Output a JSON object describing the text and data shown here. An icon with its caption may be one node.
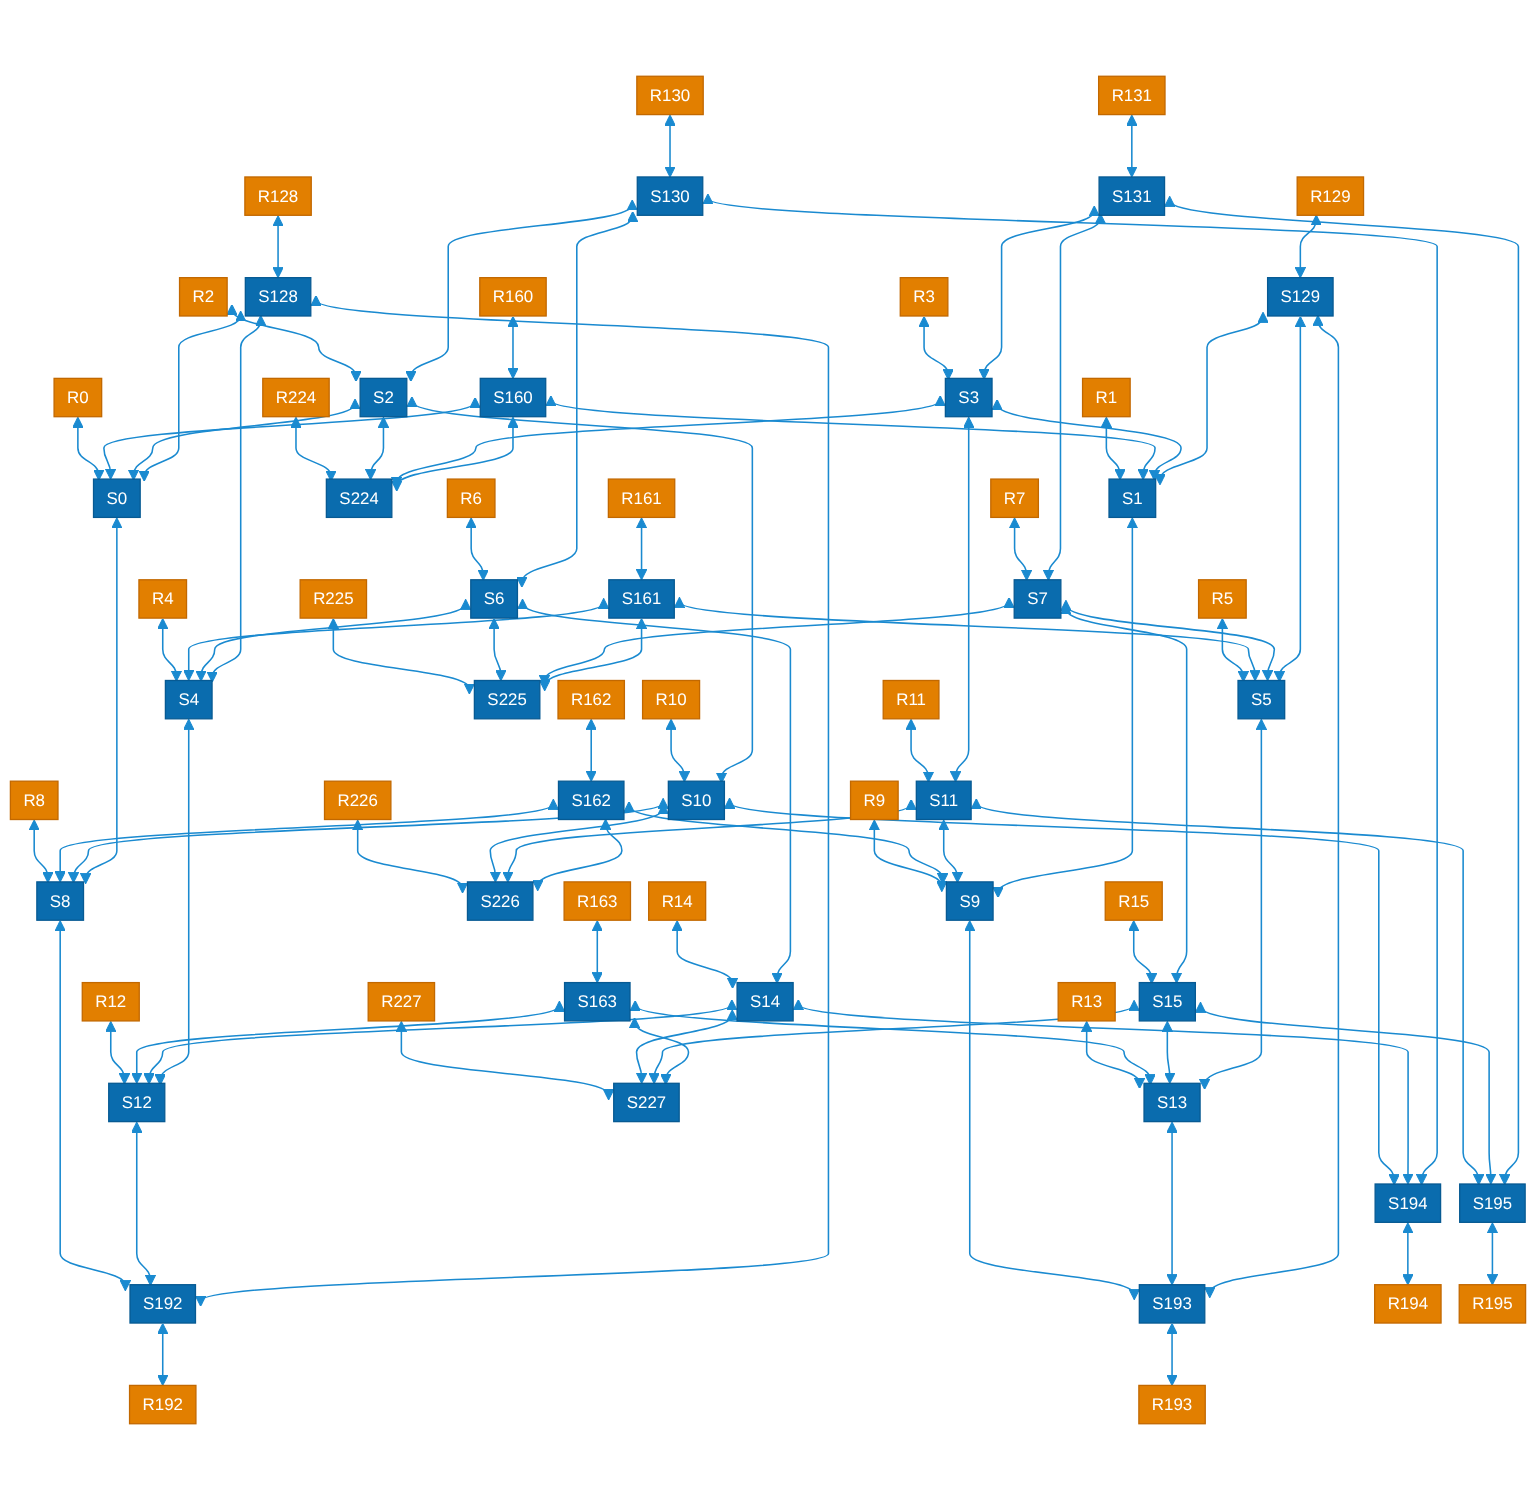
{
  "diagram": {
    "nodes": [
      {
        "text": [
          "R128"
        ]
      },
      {
        "text": [
          "R129"
        ]
      },
      {
        "text": [
          "R130"
        ]
      },
      {
        "text": [
          "R131"
        ]
      },
      {
        "text": [
          "S128"
        ]
      },
      {
        "text": [
          "S129"
        ]
      },
      {
        "text": [
          "S130"
        ]
      },
      {
        "text": [
          "S131"
        ]
      },
      {
        "text": [
          "R0"
        ]
      },
      {
        "text": [
          "R1"
        ]
      },
      {
        "text": [
          "R2"
        ]
      },
      {
        "text": [
          "R3"
        ]
      },
      {
        "text": [
          "R160"
        ]
      },
      {
        "text": [
          "S160"
        ]
      },
      {
        "text": [
          "S0"
        ]
      },
      {
        "text": [
          "S1"
        ]
      },
      {
        "text": [
          "S2"
        ]
      },
      {
        "text": [
          "S3"
        ]
      },
      {
        "text": [
          "S224"
        ]
      },
      {
        "text": [
          "R224"
        ]
      },
      {
        "text": [
          "R4"
        ]
      },
      {
        "text": [
          "R5"
        ]
      },
      {
        "text": [
          "R6"
        ]
      },
      {
        "text": [
          "R7"
        ]
      },
      {
        "text": [
          "R161"
        ]
      },
      {
        "text": [
          "S161"
        ]
      },
      {
        "text": [
          "S4"
        ]
      },
      {
        "text": [
          "S5"
        ]
      },
      {
        "text": [
          "S6"
        ]
      },
      {
        "text": [
          "S7"
        ]
      },
      {
        "text": [
          "S225"
        ]
      },
      {
        "text": [
          "R225"
        ]
      },
      {
        "text": [
          "R8"
        ]
      },
      {
        "text": [
          "R9"
        ]
      },
      {
        "text": [
          "R10"
        ]
      },
      {
        "text": [
          "R11"
        ]
      },
      {
        "text": [
          "R162"
        ]
      },
      {
        "text": [
          "S162"
        ]
      },
      {
        "text": [
          "S8"
        ]
      },
      {
        "text": [
          "S9"
        ]
      },
      {
        "text": [
          "S10"
        ]
      },
      {
        "text": [
          "S11"
        ]
      },
      {
        "text": [
          "S226"
        ]
      },
      {
        "text": [
          "R226"
        ]
      },
      {
        "text": [
          "R12"
        ]
      },
      {
        "text": [
          "R13"
        ]
      },
      {
        "text": [
          "R14"
        ]
      },
      {
        "text": [
          "R15"
        ]
      },
      {
        "text": [
          "R163"
        ]
      },
      {
        "text": [
          "S163"
        ]
      },
      {
        "text": [
          "S12"
        ]
      },
      {
        "text": [
          "S13"
        ]
      },
      {
        "text": [
          "S14"
        ]
      },
      {
        "text": [
          "S15"
        ]
      },
      {
        "text": [
          "S227"
        ]
      },
      {
        "text": [
          "R227"
        ]
      },
      {
        "text": [
          "S192"
        ]
      },
      {
        "text": [
          "S193"
        ]
      },
      {
        "text": [
          "S194"
        ]
      },
      {
        "text": [
          "S195"
        ]
      },
      {
        "text": [
          "R192"
        ]
      },
      {
        "text": [
          "R193"
        ]
      },
      {
        "text": [
          "R194"
        ]
      },
      {
        "text": [
          "R195"
        ]
      }
    ],
    "edges": [
      {
        "from": 0,
        "to": 4,
        "arrow": "both"
      },
      {
        "from": 1,
        "to": 5,
        "arrow": "both"
      },
      {
        "from": 2,
        "to": 6,
        "arrow": "both"
      },
      {
        "from": 3,
        "to": 7,
        "arrow": "both"
      },
      {
        "from": 8,
        "to": 14,
        "arrow": "both"
      },
      {
        "from": 9,
        "to": 15,
        "arrow": "both"
      },
      {
        "from": 10,
        "to": 16,
        "arrow": "both"
      },
      {
        "from": 11,
        "to": 17,
        "arrow": "both"
      },
      {
        "from": 12,
        "to": 13,
        "arrow": "both"
      },
      {
        "from": 18,
        "to": 19,
        "arrow": "both"
      },
      {
        "from": 20,
        "to": 26,
        "arrow": "both"
      },
      {
        "from": 21,
        "to": 27,
        "arrow": "both"
      },
      {
        "from": 22,
        "to": 28,
        "arrow": "both"
      },
      {
        "from": 23,
        "to": 29,
        "arrow": "both"
      },
      {
        "from": 24,
        "to": 25,
        "arrow": "both"
      },
      {
        "from": 30,
        "to": 31,
        "arrow": "both"
      },
      {
        "from": 32,
        "to": 38,
        "arrow": "both"
      },
      {
        "from": 33,
        "to": 39,
        "arrow": "both"
      },
      {
        "from": 34,
        "to": 40,
        "arrow": "both"
      },
      {
        "from": 35,
        "to": 41,
        "arrow": "both"
      },
      {
        "from": 36,
        "to": 37,
        "arrow": "both"
      },
      {
        "from": 42,
        "to": 43,
        "arrow": "both"
      },
      {
        "from": 44,
        "to": 50,
        "arrow": "both"
      },
      {
        "from": 45,
        "to": 51,
        "arrow": "both"
      },
      {
        "from": 46,
        "to": 52,
        "arrow": "both"
      },
      {
        "from": 47,
        "to": 53,
        "arrow": "both"
      },
      {
        "from": 48,
        "to": 49,
        "arrow": "both"
      },
      {
        "from": 54,
        "to": 55,
        "arrow": "both"
      },
      {
        "from": 56,
        "to": 60,
        "arrow": "both"
      },
      {
        "from": 57,
        "to": 61,
        "arrow": "both"
      },
      {
        "from": 58,
        "to": 62,
        "arrow": "both"
      },
      {
        "from": 59,
        "to": 63,
        "arrow": "both"
      },
      {
        "from": 13,
        "to": 14,
        "arrow": "both"
      },
      {
        "from": 13,
        "to": 15,
        "arrow": "both"
      },
      {
        "from": 14,
        "to": 16,
        "arrow": "both"
      },
      {
        "from": 15,
        "to": 17,
        "arrow": "both"
      },
      {
        "from": 16,
        "to": 18,
        "arrow": "both"
      },
      {
        "from": 17,
        "to": 18,
        "arrow": "both"
      },
      {
        "from": 13,
        "to": 18,
        "arrow": "both"
      },
      {
        "from": 25,
        "to": 26,
        "arrow": "both"
      },
      {
        "from": 25,
        "to": 27,
        "arrow": "both"
      },
      {
        "from": 26,
        "to": 28,
        "arrow": "both"
      },
      {
        "from": 27,
        "to": 29,
        "arrow": "both"
      },
      {
        "from": 28,
        "to": 30,
        "arrow": "both"
      },
      {
        "from": 29,
        "to": 30,
        "arrow": "both"
      },
      {
        "from": 25,
        "to": 30,
        "arrow": "both"
      },
      {
        "from": 37,
        "to": 38,
        "arrow": "both"
      },
      {
        "from": 37,
        "to": 39,
        "arrow": "both"
      },
      {
        "from": 38,
        "to": 40,
        "arrow": "both"
      },
      {
        "from": 39,
        "to": 41,
        "arrow": "both"
      },
      {
        "from": 40,
        "to": 42,
        "arrow": "both"
      },
      {
        "from": 41,
        "to": 42,
        "arrow": "both"
      },
      {
        "from": 37,
        "to": 42,
        "arrow": "both"
      },
      {
        "from": 49,
        "to": 50,
        "arrow": "both"
      },
      {
        "from": 49,
        "to": 51,
        "arrow": "both"
      },
      {
        "from": 50,
        "to": 52,
        "arrow": "both"
      },
      {
        "from": 51,
        "to": 53,
        "arrow": "both"
      },
      {
        "from": 52,
        "to": 54,
        "arrow": "both"
      },
      {
        "from": 53,
        "to": 54,
        "arrow": "both"
      },
      {
        "from": 49,
        "to": 54,
        "arrow": "both"
      },
      {
        "from": 4,
        "to": 14,
        "arrow": "both"
      },
      {
        "from": 4,
        "to": 26,
        "arrow": "both"
      },
      {
        "from": 14,
        "to": 38,
        "arrow": "both"
      },
      {
        "from": 26,
        "to": 50,
        "arrow": "both"
      },
      {
        "from": 38,
        "to": 56,
        "arrow": "both"
      },
      {
        "from": 50,
        "to": 56,
        "arrow": "both"
      },
      {
        "from": 4,
        "to": 56,
        "arrow": "both"
      },
      {
        "from": 5,
        "to": 15,
        "arrow": "both"
      },
      {
        "from": 5,
        "to": 27,
        "arrow": "both"
      },
      {
        "from": 15,
        "to": 39,
        "arrow": "both"
      },
      {
        "from": 27,
        "to": 51,
        "arrow": "both"
      },
      {
        "from": 39,
        "to": 57,
        "arrow": "both"
      },
      {
        "from": 51,
        "to": 57,
        "arrow": "both"
      },
      {
        "from": 5,
        "to": 57,
        "arrow": "both"
      },
      {
        "from": 6,
        "to": 16,
        "arrow": "both"
      },
      {
        "from": 6,
        "to": 28,
        "arrow": "both"
      },
      {
        "from": 16,
        "to": 40,
        "arrow": "both"
      },
      {
        "from": 28,
        "to": 52,
        "arrow": "both"
      },
      {
        "from": 40,
        "to": 58,
        "arrow": "both"
      },
      {
        "from": 52,
        "to": 58,
        "arrow": "both"
      },
      {
        "from": 6,
        "to": 58,
        "arrow": "both"
      },
      {
        "from": 7,
        "to": 17,
        "arrow": "both"
      },
      {
        "from": 7,
        "to": 29,
        "arrow": "both"
      },
      {
        "from": 17,
        "to": 41,
        "arrow": "both"
      },
      {
        "from": 29,
        "to": 53,
        "arrow": "both"
      },
      {
        "from": 41,
        "to": 59,
        "arrow": "both"
      },
      {
        "from": 53,
        "to": 59,
        "arrow": "both"
      },
      {
        "from": 7,
        "to": 59,
        "arrow": "both"
      }
    ]
  }
}
